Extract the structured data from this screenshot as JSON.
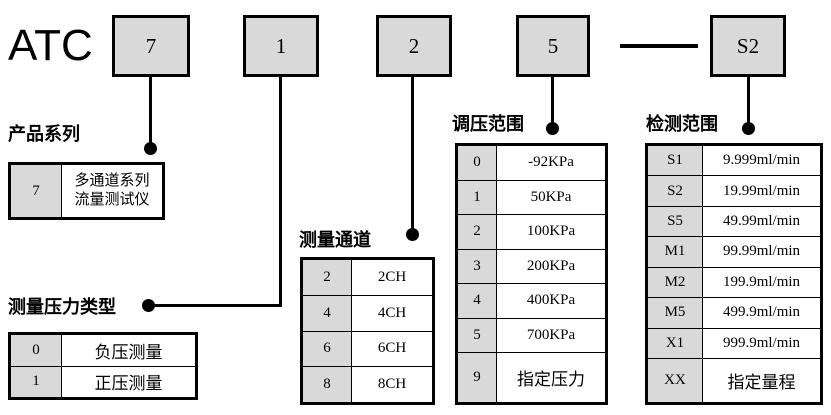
{
  "model_code": {
    "brand": "ATC",
    "segments": [
      {
        "name": "series",
        "value": "7"
      },
      {
        "name": "pressure-type",
        "value": "1"
      },
      {
        "name": "channels",
        "value": "2"
      },
      {
        "name": "pressure-range",
        "value": "5"
      },
      {
        "name": "detection-range",
        "value": "S2"
      }
    ],
    "separator": "—"
  },
  "sections": {
    "product_series": {
      "caption": "产品系列",
      "rows": [
        {
          "code": "7",
          "desc_line1": "多通道系列",
          "desc_line2": "流量测试仪"
        }
      ]
    },
    "pressure_type": {
      "caption": "测量压力类型",
      "rows": [
        {
          "code": "0",
          "desc": "负压测量"
        },
        {
          "code": "1",
          "desc": "正压测量"
        }
      ]
    },
    "measure_channel": {
      "caption": "测量通道",
      "rows": [
        {
          "code": "2",
          "desc": "2CH"
        },
        {
          "code": "4",
          "desc": "4CH"
        },
        {
          "code": "6",
          "desc": "6CH"
        },
        {
          "code": "8",
          "desc": "8CH"
        }
      ]
    },
    "pressure_range": {
      "caption": "调压范围",
      "rows": [
        {
          "code": "0",
          "desc": "-92KPa"
        },
        {
          "code": "1",
          "desc": "50KPa"
        },
        {
          "code": "2",
          "desc": "100KPa"
        },
        {
          "code": "3",
          "desc": "200KPa"
        },
        {
          "code": "4",
          "desc": "400KPa"
        },
        {
          "code": "5",
          "desc": "700KPa"
        },
        {
          "code": "9",
          "desc": "指定压力"
        }
      ]
    },
    "detection_range": {
      "caption": "检测范围",
      "rows": [
        {
          "code": "S1",
          "desc": "9.999ml/min"
        },
        {
          "code": "S2",
          "desc": "19.99ml/min"
        },
        {
          "code": "S5",
          "desc": "49.99ml/min"
        },
        {
          "code": "M1",
          "desc": "99.99ml/min"
        },
        {
          "code": "M2",
          "desc": "199.9ml/min"
        },
        {
          "code": "M5",
          "desc": "499.9ml/min"
        },
        {
          "code": "X1",
          "desc": "999.9ml/min"
        },
        {
          "code": "XX",
          "desc": "指定量程"
        }
      ]
    }
  },
  "colors": {
    "box_fill": "#d9d9d9",
    "line": "#000000",
    "background": "#ffffff"
  }
}
